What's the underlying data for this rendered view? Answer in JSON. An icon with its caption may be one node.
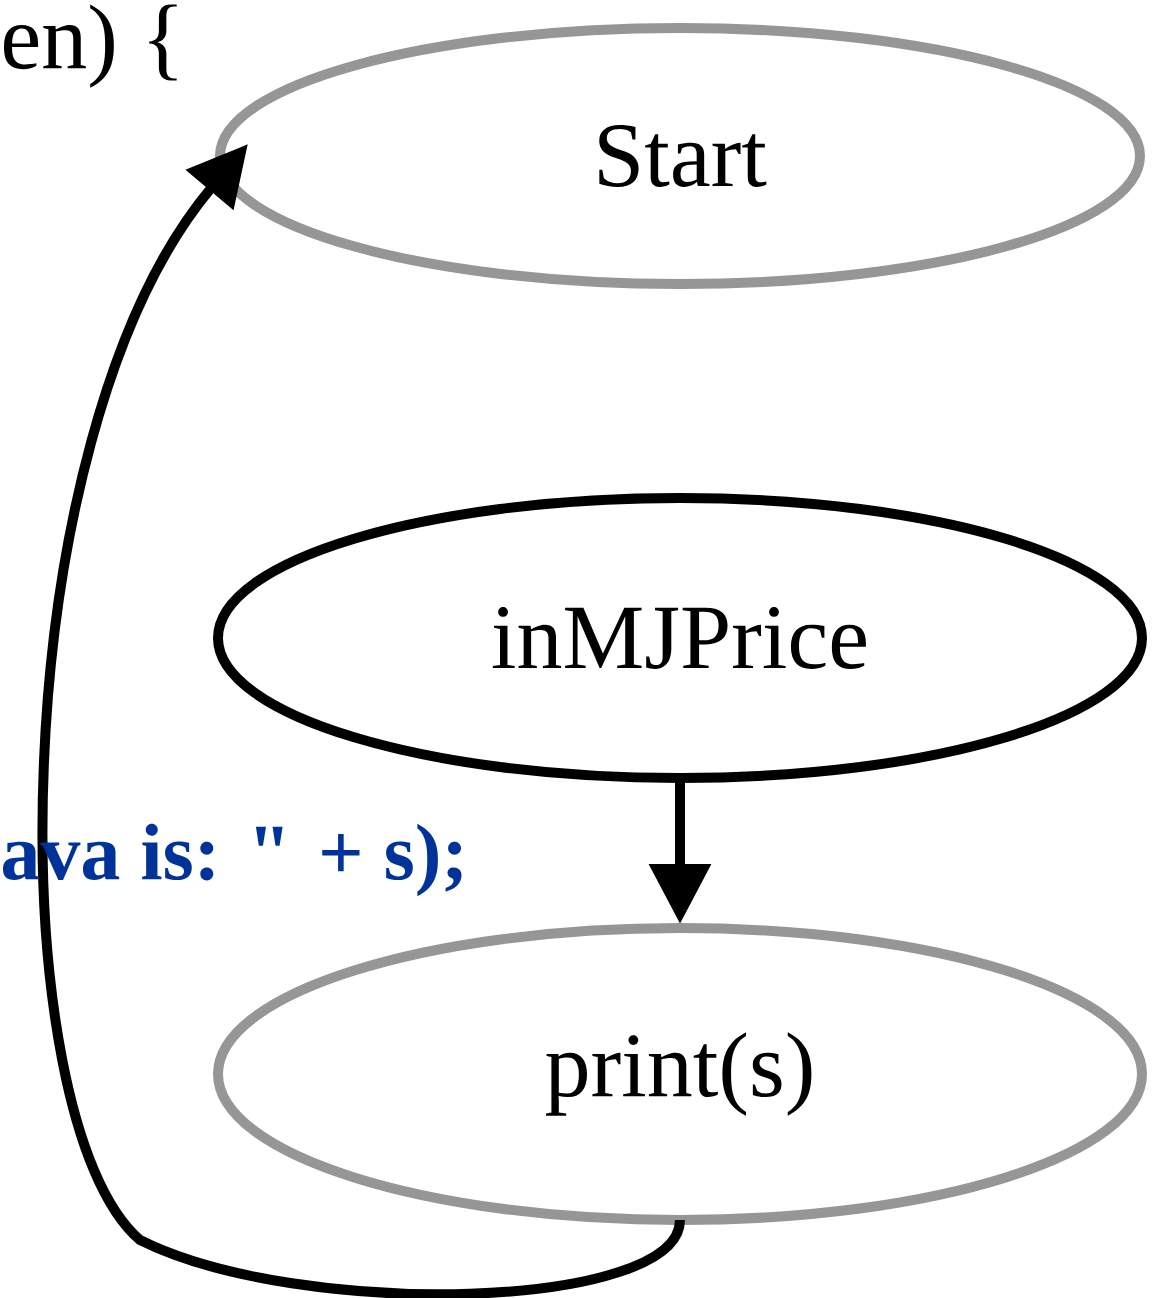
{
  "diagram": {
    "nodes": [
      {
        "text": [
          "Start"
        ]
      },
      {
        "text": [
          "inMJPrice"
        ]
      },
      {
        "text": [
          "print(s)"
        ]
      }
    ],
    "edges": [
      {
        "from": 1,
        "to": 2,
        "arrow": "to"
      },
      {
        "from": 2,
        "to": 0,
        "arrow": "to"
      }
    ],
    "labels": [
      "en) {",
      "ava is: \" + s);"
    ]
  }
}
